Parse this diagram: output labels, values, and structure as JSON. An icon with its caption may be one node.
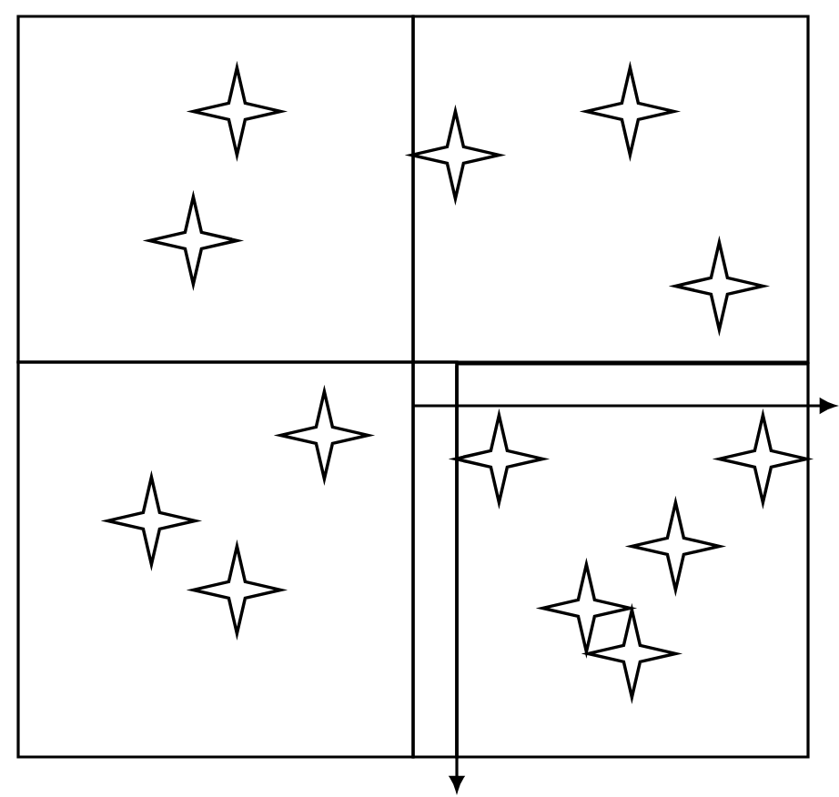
{
  "diagram": {
    "nodes": [
      {
        "text": [],
        "shape": "box"
      },
      {
        "text": [],
        "shape": "box"
      },
      {
        "text": [],
        "shape": "box"
      },
      {
        "text": [],
        "shape": "box"
      },
      {
        "text": [],
        "shape": "star",
        "in": 0
      },
      {
        "text": [],
        "shape": "star",
        "in": 0
      },
      {
        "text": [],
        "shape": "star",
        "in": 1
      },
      {
        "text": [],
        "shape": "star",
        "in": 1
      },
      {
        "text": [],
        "shape": "star",
        "in": 1
      },
      {
        "text": [],
        "shape": "star",
        "in": 2
      },
      {
        "text": [],
        "shape": "star",
        "in": 2
      },
      {
        "text": [],
        "shape": "star",
        "in": 2
      },
      {
        "text": [],
        "shape": "star",
        "in": 3
      },
      {
        "text": [],
        "shape": "star",
        "in": 3
      },
      {
        "text": [],
        "shape": "star",
        "in": 3
      },
      {
        "text": [],
        "shape": "star",
        "in": 3
      },
      {
        "text": [],
        "shape": "star",
        "in": 3
      },
      {
        "text": [],
        "shape": "box"
      }
    ]
  }
}
